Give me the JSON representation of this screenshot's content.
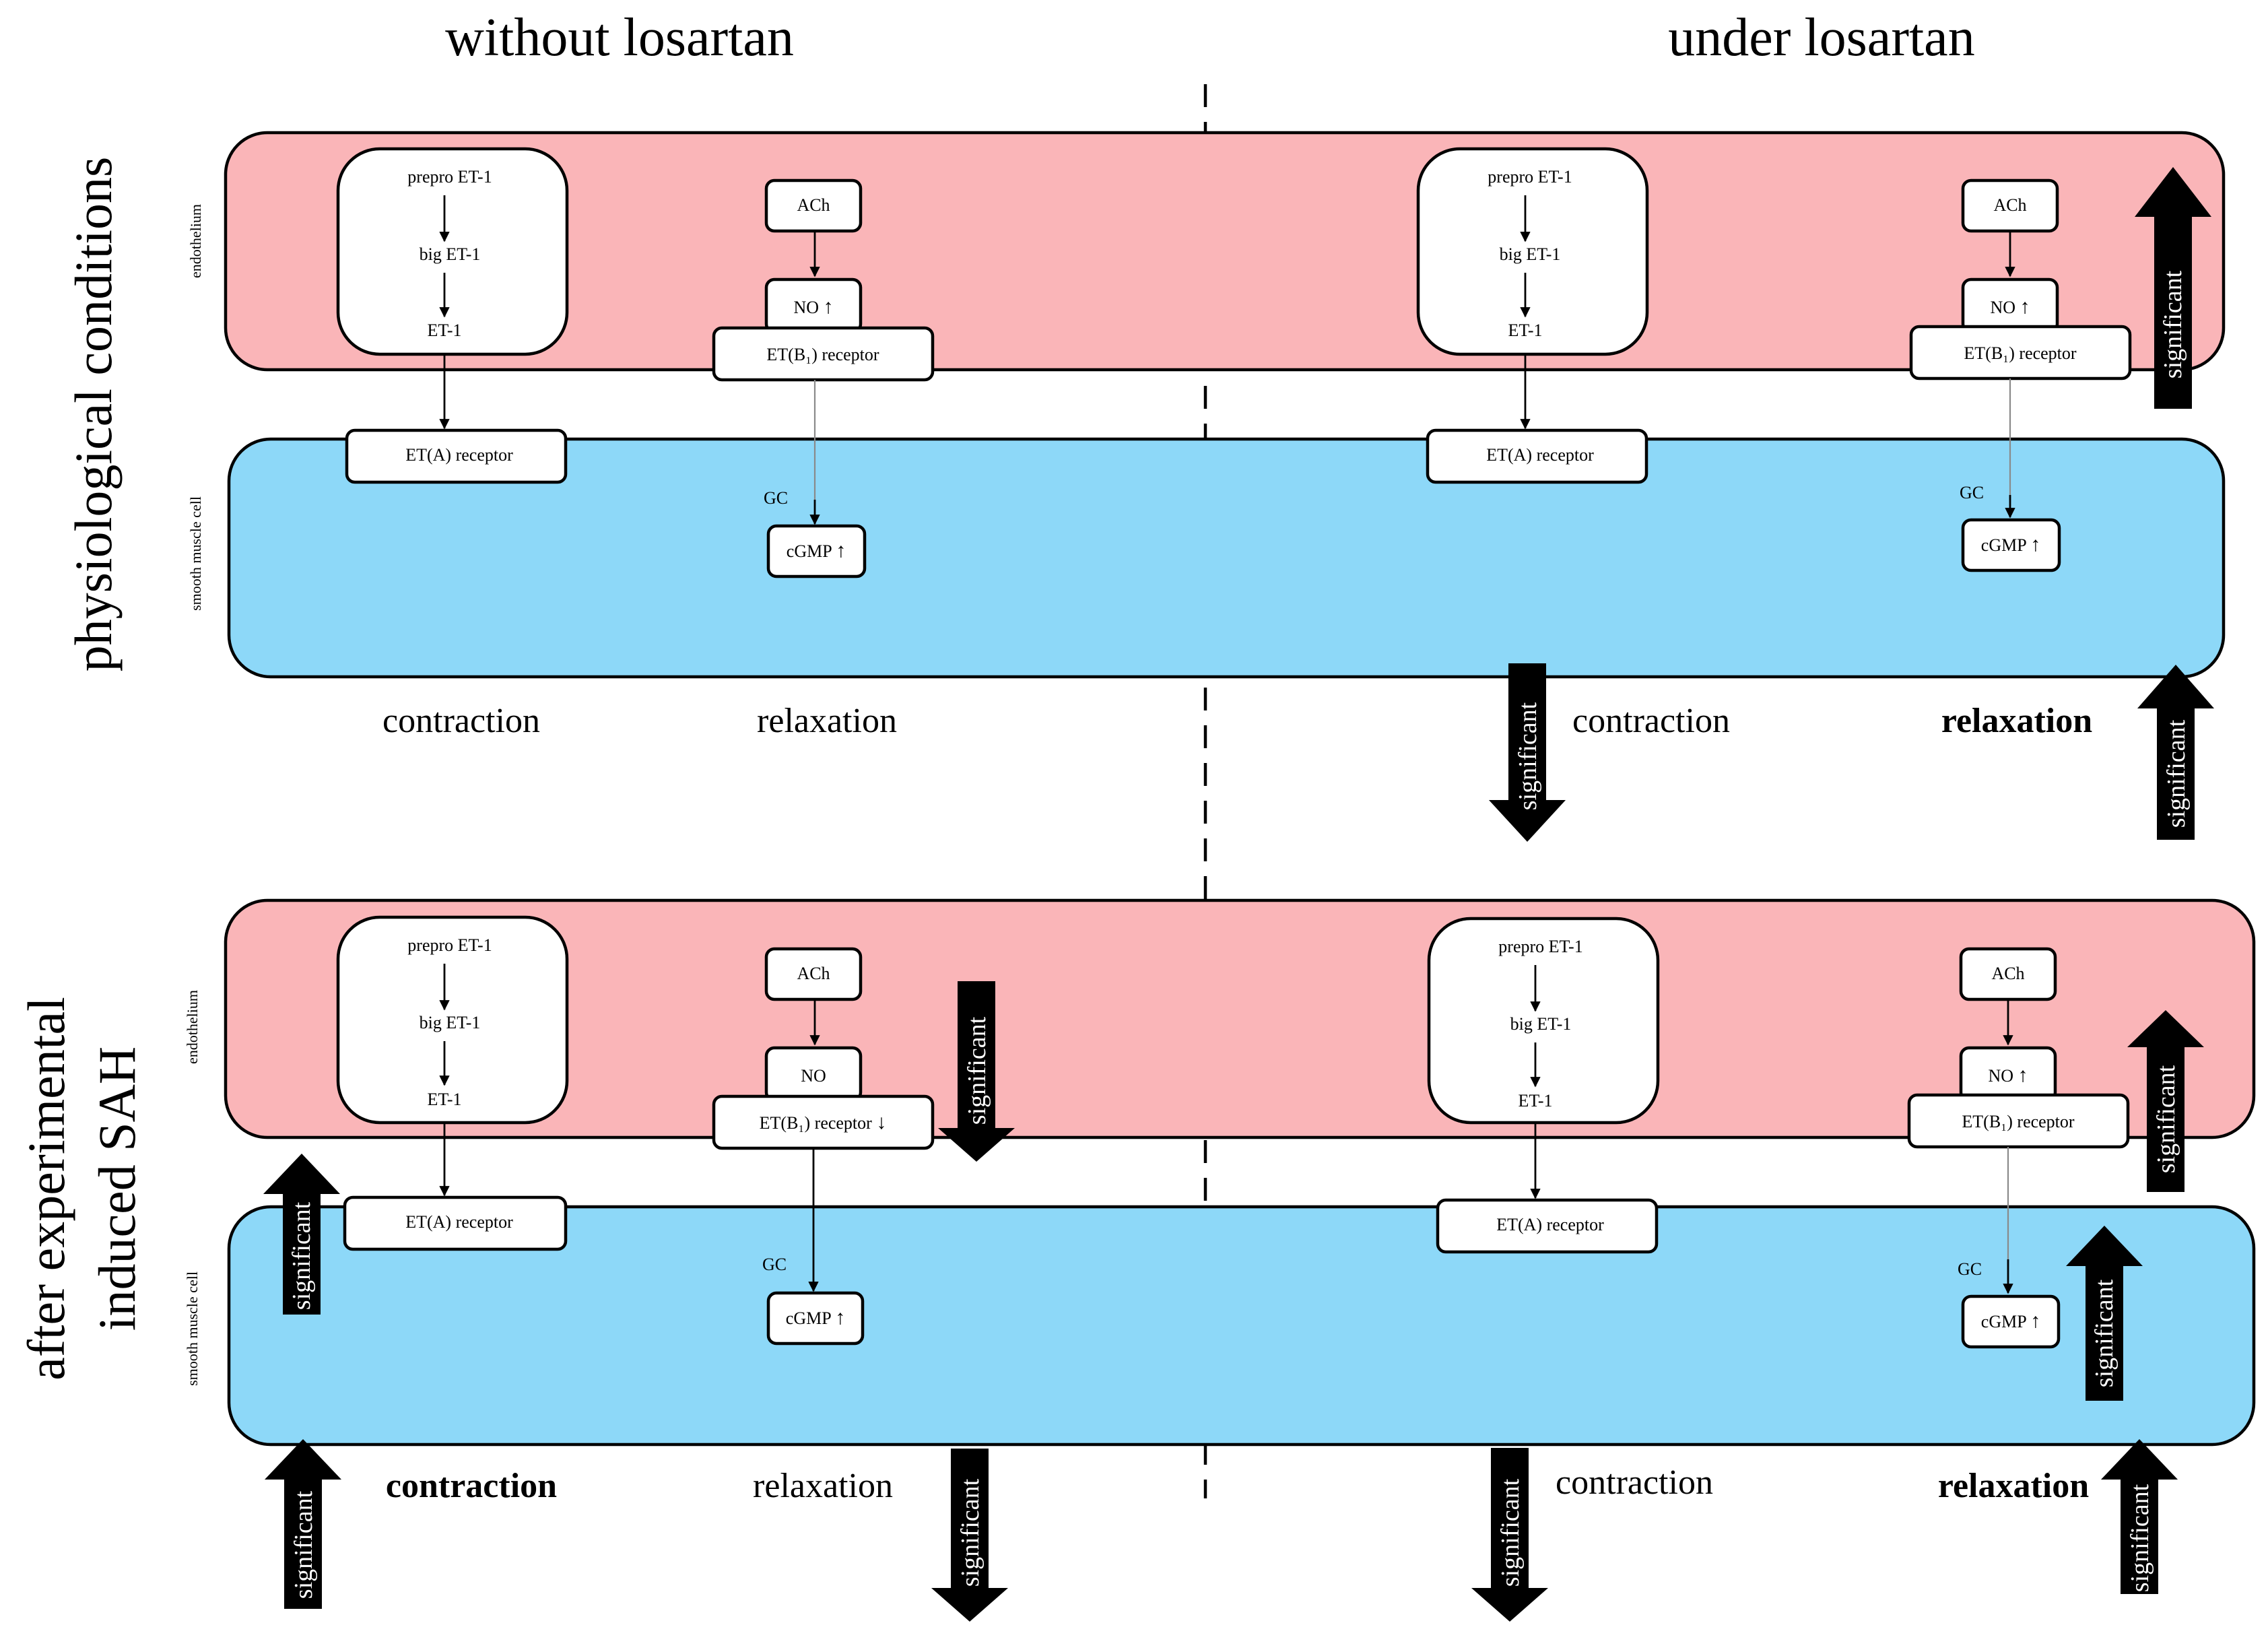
{
  "columns": {
    "left": "without losartan",
    "right": "under losartan"
  },
  "rows": {
    "top": "physiological conditions",
    "bottom_line1": "after experimental",
    "bottom_line2": "induced SAH"
  },
  "layers": {
    "endothelium": "endothelium",
    "smooth_muscle": "smooth muscle cell"
  },
  "pathway": {
    "prepro": "prepro ET-1",
    "big": "big ET-1",
    "et1": "ET-1",
    "eta_receptor": "ET(A) receptor",
    "ach": "ACh",
    "no": "NO",
    "etb1_receptor": "ET(B₁) receptor",
    "gc": "GC",
    "cgmp": "cGMP"
  },
  "indicators": {
    "up": "↑",
    "down": "↓"
  },
  "outcomes": {
    "contraction": "contraction",
    "relaxation": "relaxation"
  },
  "significance_label": "significant",
  "colors": {
    "endothelium": "#fab5b8",
    "smooth_muscle": "#8dd8f8",
    "arrow": "#000000"
  },
  "panels": [
    {
      "id": "top-left",
      "no_change": "up",
      "etb_change": "",
      "contraction_bold": false,
      "relaxation_bold": false
    },
    {
      "id": "top-right",
      "no_change": "up",
      "etb_change": "",
      "contraction_bold": false,
      "relaxation_bold": true
    },
    {
      "id": "bottom-left",
      "no_change": "",
      "etb_change": "down",
      "contraction_bold": true,
      "relaxation_bold": false
    },
    {
      "id": "bottom-right",
      "no_change": "up",
      "etb_change": "",
      "contraction_bold": false,
      "relaxation_bold": true
    }
  ]
}
